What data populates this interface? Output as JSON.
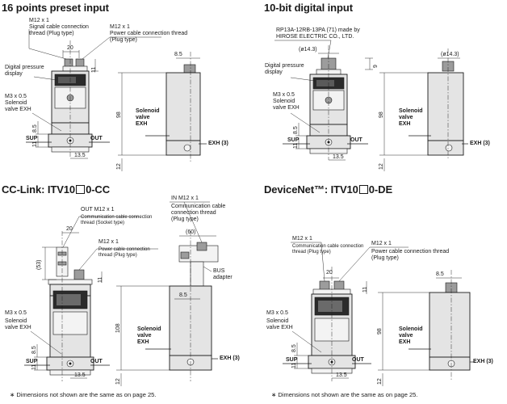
{
  "sections": {
    "preset": {
      "title": "16 points preset input",
      "labels": {
        "m12_signal": "M12 x 1",
        "signal_thread": "Signal cable connection\nthread (Plug type)",
        "m12_power": "M12 x 1",
        "power_thread": "Power cable connection thread\n(Plug type)",
        "gauge": "Digital pressure\ndisplay",
        "m3": "M3 x 0.5",
        "solenoid_exh": "Solenoid\nvalve EXH",
        "solenoid_side": "Solenoid\nvalve\nEXH",
        "sup": "SUP",
        "out": "OUT",
        "exh3": "EXH (3)"
      },
      "dims": {
        "d20": "20",
        "d11_top": "11",
        "d85": "8.5",
        "d98": "98",
        "d85b": "8.5",
        "d11b": "11",
        "d135": "13.5",
        "d12": "12"
      }
    },
    "digital": {
      "title": "10-bit digital input",
      "labels": {
        "connector": "RP13A-12RB-13PA (71) made by\nHIROSE ELECTRIC CO., LTD.",
        "phi1": "(ø14.3)",
        "phi2": "(ø14.3)",
        "gauge": "Digital pressure\ndisplay",
        "m3": "M3 x 0.5",
        "solenoid_exh": "Solenoid\nvalve EXH",
        "solenoid_side": "Solenoid\nvalve\nEXH",
        "sup": "SUP",
        "out": "OUT",
        "exh3": "EXH (3)"
      },
      "dims": {
        "d9": "9",
        "d98": "98",
        "d85": "8.5",
        "d11": "11",
        "d135": "13.5",
        "d12": "12"
      }
    },
    "cclink": {
      "title_pre": "CC-Link: ITV10",
      "title_post": "0-CC",
      "labels": {
        "out_m12": "OUT M12 x 1",
        "comm_thread": "Communication cable connection\nthread (Socket type)",
        "in_m12": "IN M12 x 1",
        "comm_thread_in": "Communication cable\nconnection thread\n(Plug type)",
        "m12_power": "M12 x 1",
        "power_thread": "Power cable connection\nthread (Plug type)",
        "d60": "(60)",
        "bus": "BUS\nadapter",
        "m3": "M3 x 0.5",
        "solenoid_exh": "Solenoid\nvalve EXH",
        "solenoid_side": "Solenoid\nvalve\nEXH",
        "sup": "SUP",
        "out": "OUT",
        "exh3": "EXH (3)"
      },
      "dims": {
        "d20": "20",
        "d53": "(53)",
        "d11": "11",
        "d85": "8.5",
        "d108": "108",
        "d85b": "8.5",
        "d11b": "11",
        "d135": "13.5",
        "d12": "12"
      }
    },
    "devicenet": {
      "title_pre": "DeviceNet™: ITV10",
      "title_post": "0-DE",
      "labels": {
        "m12_comm": "M12 x 1",
        "comm_thread": "Communication cable connection\nthread (Plug type)",
        "m12_power": "M12 x 1",
        "power_thread": "Power cable connection thread\n(Plug type)",
        "m3": "M3 x 0.5",
        "solenoid_exh": "Solenoid\nvalve EXH",
        "solenoid_side": "Solenoid\nvalve\nEXH",
        "sup": "SUP",
        "out": "OUT",
        "exh3": "EXH (3)"
      },
      "dims": {
        "d20": "20",
        "d11": "11",
        "d85": "8.5",
        "d98": "98",
        "d85b": "8.5",
        "d11b": "11",
        "d135": "13.5",
        "d12": "12"
      }
    }
  },
  "footnotes": {
    "left": "∗ Dimensions not shown are the same as on page 25.",
    "right": "∗ Dimensions not shown are the same as on page 25."
  }
}
